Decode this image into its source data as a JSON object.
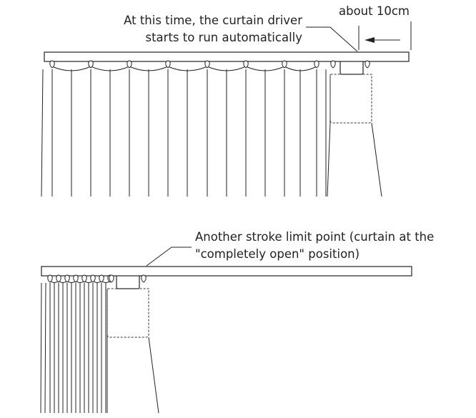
{
  "top_panel": {
    "callout_line1": "At this time, the curtain driver",
    "callout_line2": "starts to run automatically",
    "distance_label": "about 10cm"
  },
  "bottom_panel": {
    "callout_line1": "Another stroke limit point (curtain at the",
    "callout_line2": "\"completely open\" position)"
  }
}
